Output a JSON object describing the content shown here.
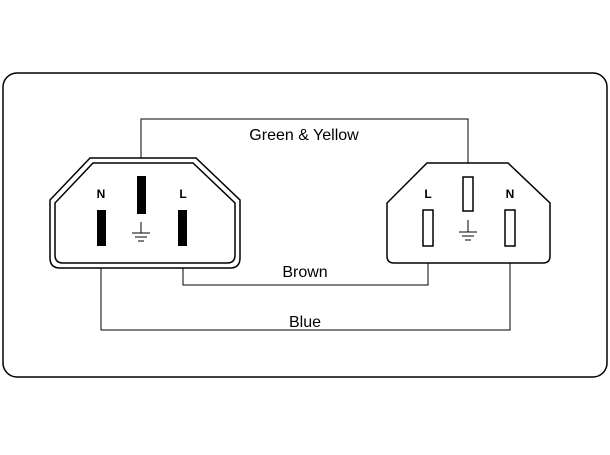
{
  "diagram": {
    "wires": {
      "earth_label": "Green & Yellow",
      "live_label": "Brown",
      "neutral_label": "Blue"
    },
    "left_connector": {
      "neutral_pin_label": "N",
      "live_pin_label": "L"
    },
    "right_connector": {
      "live_pin_label": "L",
      "neutral_pin_label": "N"
    },
    "colors": {
      "line": "#000000",
      "background": "#ffffff"
    }
  }
}
